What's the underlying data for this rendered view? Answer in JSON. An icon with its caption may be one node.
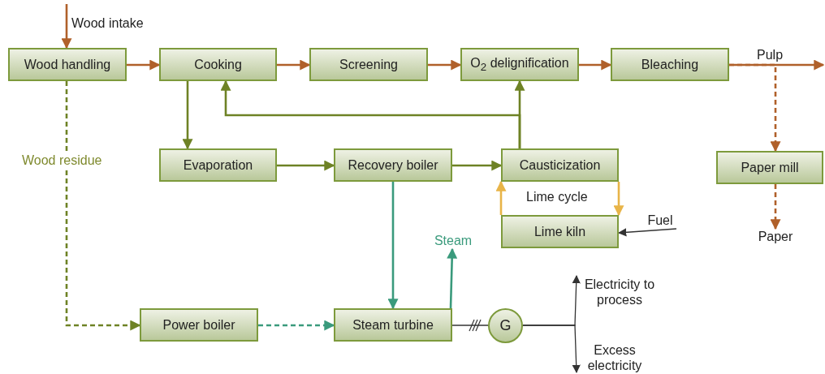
{
  "diagram": {
    "nodes": [
      {
        "text": [
          "Wood handling"
        ]
      },
      {
        "text": [
          "Cooking"
        ]
      },
      {
        "text": [
          "Screening"
        ]
      },
      {
        "text": [
          "O$_{2}$ delignification"
        ]
      },
      {
        "text": [
          "Bleaching"
        ]
      },
      {
        "text": [
          "Evaporation"
        ]
      },
      {
        "text": [
          "Recovery boiler"
        ]
      },
      {
        "text": [
          "Causticization"
        ]
      },
      {
        "text": [
          "Lime kiln"
        ]
      },
      {
        "text": [
          "Paper mill"
        ]
      },
      {
        "text": [
          "Paper"
        ]
      },
      {
        "text": [
          "Fuel"
        ]
      },
      {
        "text": [
          "Power boiler"
        ]
      },
      {
        "text": [
          "Steam turbine"
        ]
      },
      {
        "text": [
          "G"
        ]
      },
      {
        "text": [
          "Steam"
        ]
      },
      {
        "text": [
          "Electricity to process"
        ]
      },
      {
        "text": [
          "Excess electricity"
        ]
      }
    ],
    "edges": [
      {
        "from": null,
        "to": 0,
        "arrow": "to",
        "label": "Wood intake"
      },
      {
        "from": 0,
        "to": 1,
        "arrow": "to"
      },
      {
        "from": 1,
        "to": 2,
        "arrow": "to"
      },
      {
        "from": 2,
        "to": 3,
        "arrow": "to"
      },
      {
        "from": 3,
        "to": 4,
        "arrow": "to"
      },
      {
        "from": 4,
        "to": null,
        "arrow": "to",
        "label": "Pulp"
      },
      {
        "from": 4,
        "to": 9,
        "arrow": "to",
        "style": "dashed"
      },
      {
        "from": 9,
        "to": 10,
        "arrow": "to",
        "style": "dashed"
      },
      {
        "from": 1,
        "to": 5,
        "arrow": "to",
        "color": "#6e8225"
      },
      {
        "from": 5,
        "to": 6,
        "arrow": "to",
        "color": "#6e8225"
      },
      {
        "from": 6,
        "to": 7,
        "arrow": "to",
        "color": "#6e8225"
      },
      {
        "from": 7,
        "to": 3,
        "arrow": "to",
        "color": "#6e8225"
      },
      {
        "from": 7,
        "to": 1,
        "arrow": "to",
        "color": "#6e8225"
      },
      {
        "from": 7,
        "to": 8,
        "arrow": "to",
        "color": "#e8b448"
      },
      {
        "from": 8,
        "to": 7,
        "arrow": "to",
        "color": "#e8b448"
      },
      {
        "from": 11,
        "to": 8,
        "arrow": "to",
        "color": "#333333"
      },
      {
        "from": 6,
        "to": 13,
        "arrow": "to",
        "color": "#3a9a7c"
      },
      {
        "from": 12,
        "to": 13,
        "arrow": "to",
        "color": "#3a9a7c",
        "style": "dashed"
      },
      {
        "from": 0,
        "to": 12,
        "arrow": "to",
        "color": "#6e8225",
        "style": "dashed",
        "label": "Wood residue"
      },
      {
        "from": 13,
        "to": 15,
        "arrow": "to",
        "color": "#3a9a7c"
      },
      {
        "from": 13,
        "to": 14,
        "arrow": "none",
        "color": "#333333"
      },
      {
        "from": 14,
        "to": 16,
        "arrow": "to",
        "color": "#333333"
      },
      {
        "from": 14,
        "to": 17,
        "arrow": "to",
        "color": "#333333"
      }
    ],
    "labels": [
      "Lime cycle"
    ]
  }
}
